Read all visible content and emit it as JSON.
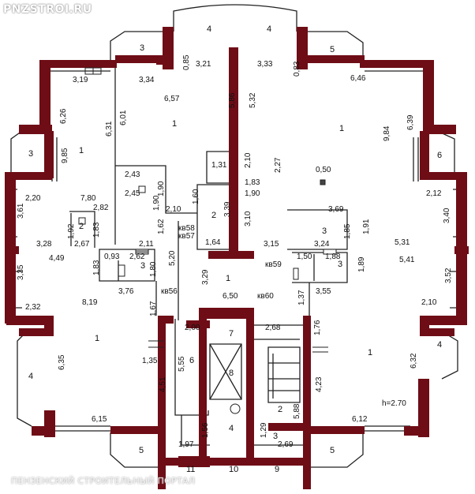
{
  "watermark": "PNZSTROI.RU",
  "caption": "ПЕНЗЕНСКИЙ СТРОИТЕЛЬНЫЙ ПОРТАЛ",
  "colors": {
    "wall": "#6e0d16",
    "line": "#222222",
    "background": "#ffffff"
  },
  "labels": {
    "n4a": "4",
    "n4b": "4",
    "n3tl": "3",
    "n5tr": "5",
    "d085": "0,85",
    "d321": "3,21",
    "d333": "3,33",
    "d083": "0,83",
    "d319": "3,19",
    "d334": "3,34",
    "d646": "6,46",
    "d657": "6,57",
    "d586": "5,86",
    "d532": "5,32",
    "d626": "6,26",
    "d631": "6,31",
    "d601": "6,01",
    "r1a": "1",
    "r1b": "1",
    "r1c": "1",
    "d984": "9,84",
    "d639": "6,39",
    "n3l": "3",
    "d985": "9,85",
    "n6r": "6",
    "d050": "0,50",
    "d131": "1,31",
    "d210": "2,10",
    "d227": "2,27",
    "d183a": "1,83",
    "d190a": "1,90",
    "d243": "2,43",
    "d245": "2,45",
    "d190b": "1,90",
    "d220": "2,20",
    "d780": "7,80",
    "d212": "2,12",
    "d361": "3,61",
    "d282": "2,82",
    "d210b": "2,10",
    "d160": "1,60",
    "d339": "3,39",
    "r2a": "2",
    "d310": "3,10",
    "d369": "3,69",
    "d340": "3,40",
    "r2b": "2",
    "d183b": "1,83",
    "d192": "1,92",
    "d267": "2,67",
    "d211": "2,11",
    "d162": "1,62",
    "d164": "1,64",
    "r3a": "3",
    "d185": "1,85",
    "d191": "1,91",
    "d328": "3,28",
    "d315": "3,15",
    "d324": "3,24",
    "d531": "5,31",
    "kv58": "кв58",
    "kv57": "кв57",
    "kv59": "кв59",
    "kv56": "кв56",
    "kv60": "кв60",
    "d449": "4,49",
    "d093": "0,93",
    "d262": "2,62",
    "d520": "5,20",
    "d150": "1,50",
    "d188": "1,88",
    "d541": "5,41",
    "d335": "3,35",
    "d183c": "1,83",
    "r3b": "3",
    "d180": "1,80",
    "d329": "3,29",
    "r1d": "1",
    "r3c": "3",
    "d189": "1,89",
    "d352": "3,52",
    "d376": "3,76",
    "d650": "6,50",
    "d137": "1,37",
    "d355": "3,55",
    "d232": "2,32",
    "d819": "8,19",
    "d167": "1,67",
    "d210c": "2,10",
    "d200": "2,00",
    "d268": "2,68",
    "n7": "7",
    "d176": "1,76",
    "r1e": "1",
    "r1f": "1",
    "n4r": "4",
    "n4l": "4",
    "d135": "1,35",
    "r6": "6",
    "n8": "8",
    "d635": "6,35",
    "d632": "6,32",
    "d555": "5,55",
    "d451": "4,51",
    "d423": "4,23",
    "r2c": "2",
    "d588": "5,88",
    "h": "h=2.70",
    "d615": "6,15",
    "d612": "6,12",
    "n4bot": "4",
    "n3b": "3",
    "d197": "1,97",
    "d156": "1,56",
    "d129": "1,29",
    "d269": "2,69",
    "n5bl": "5",
    "n5br": "5",
    "n11": "11",
    "n10": "10",
    "n9": "9"
  }
}
